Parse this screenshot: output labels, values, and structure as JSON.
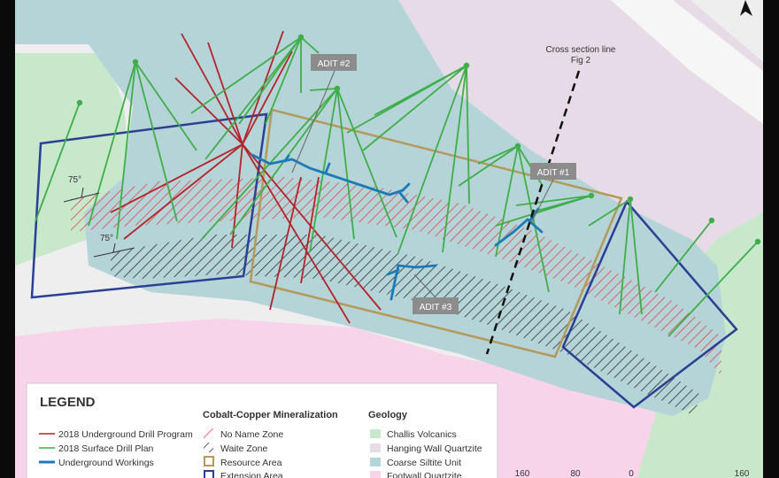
{
  "colors": {
    "challis": "#c8e8cc",
    "hanging_wall": "#e6dbe6",
    "siltite": "#b5d4d8",
    "footwall": "#f7d4ea",
    "underground_drill": "#b3232a",
    "surface_drill": "#3fae49",
    "workings": "#1d7ab8",
    "no_name_zone": "#e0474c",
    "waite_zone": "#333333",
    "resource": "#b39a5c",
    "extension": "#2b3f93",
    "callout_bg": "#8c8c8c"
  },
  "map": {
    "adit1": "ADIT #1",
    "adit2": "ADIT #2",
    "adit3": "ADIT #3",
    "dip1": "75°",
    "dip2": "75°",
    "section_line_1": "Cross section line",
    "section_line_2": "Fig 2",
    "north_arrow": "north-arrow-icon"
  },
  "scale": {
    "t1": "160",
    "t2": "80",
    "t3": "0",
    "t4": "160"
  },
  "legend": {
    "title": "LEGEND",
    "items": [
      {
        "label": "2018 Underground Drill Program"
      },
      {
        "label": "2018 Surface Drill Plan"
      },
      {
        "label": "Underground Workings"
      }
    ],
    "mineralization": {
      "heading": "Cobalt-Copper Mineralization",
      "items": [
        {
          "label": "No Name Zone"
        },
        {
          "label": "Waite Zone"
        },
        {
          "label": "Resource Area"
        },
        {
          "label": "Extension Area"
        }
      ]
    },
    "geology": {
      "heading": "Geology",
      "items": [
        {
          "label": "Challis Volcanics"
        },
        {
          "label": "Hanging Wall Quartzite"
        },
        {
          "label": "Coarse Siltite Unit"
        },
        {
          "label": "Footwall Quartzite"
        }
      ]
    }
  }
}
